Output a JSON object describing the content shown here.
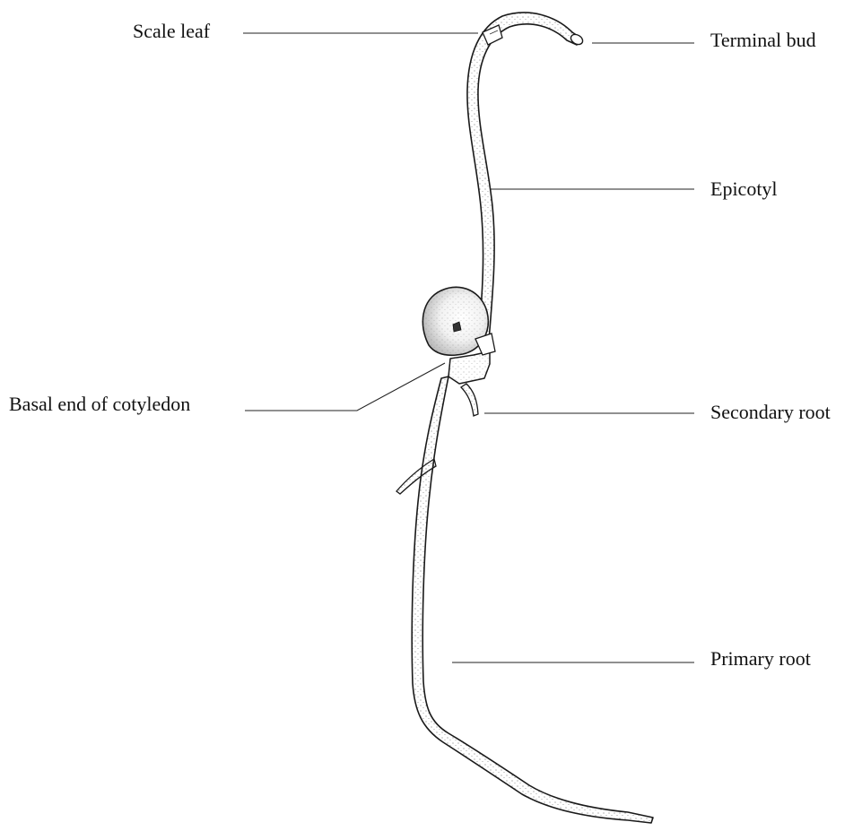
{
  "labels": {
    "scale_leaf": "Scale leaf",
    "terminal_bud": "Terminal bud",
    "epicotyl": "Epicotyl",
    "basal_end_of_cotyledon": "Basal end of cotyledon",
    "secondary_root": "Secondary root",
    "primary_root": "Primary root"
  },
  "colors": {
    "ink": "#111111",
    "background": "#ffffff"
  }
}
